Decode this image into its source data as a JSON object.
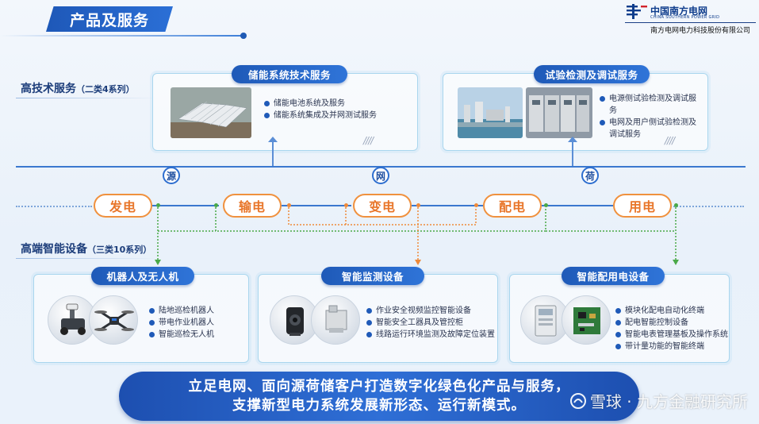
{
  "header": {
    "title": "产品及服务",
    "logo_cn": "中国南方电网",
    "logo_en": "CHINA SOUTHERN POWER GRID",
    "company": "南方电网电力科技股份有限公司"
  },
  "sections": {
    "high_tech": {
      "label": "高技术服务",
      "sub": "（二类4系列）"
    },
    "high_end": {
      "label": "高端智能设备",
      "sub": "（三类10系列）"
    }
  },
  "services": [
    {
      "title": "储能系统技术服务",
      "items": [
        "储能电池系统及服务",
        "储能系统集成及并网测试服务"
      ]
    },
    {
      "title": "试验检测及调试服务",
      "items": [
        "电源侧试验检测及调试服务",
        "电网及用户侧试验检测及调试服务"
      ]
    }
  ],
  "source_grid_load": [
    "源",
    "网",
    "荷"
  ],
  "pipeline": [
    "发电",
    "输电",
    "变电",
    "配电",
    "用电"
  ],
  "devices": [
    {
      "title": "机器人及无人机",
      "items": [
        "陆地巡检机器人",
        "带电作业机器人",
        "智能巡检无人机"
      ]
    },
    {
      "title": "智能监测设备",
      "items": [
        "作业安全视频监控智能设备",
        "智能安全工器具及管控柜",
        "线路运行环境监测及故障定位装置"
      ]
    },
    {
      "title": "智能配用电设备",
      "items": [
        "模块化配电自动化终端",
        "配电智能控制设备",
        "智能电表管理基板及操作系统",
        "带计量功能的智能终端"
      ]
    }
  ],
  "banner": {
    "line1": "立足电网、面向源荷储客户打造数字化绿色化产品与服务，",
    "line2": "支撑新型电力系统发展新形态、运行新模式。"
  },
  "watermark": "雪球 · 九方金融研究所",
  "colors": {
    "primary": "#1f5ab8",
    "accent": "#f0913e",
    "green": "#4aa948"
  }
}
